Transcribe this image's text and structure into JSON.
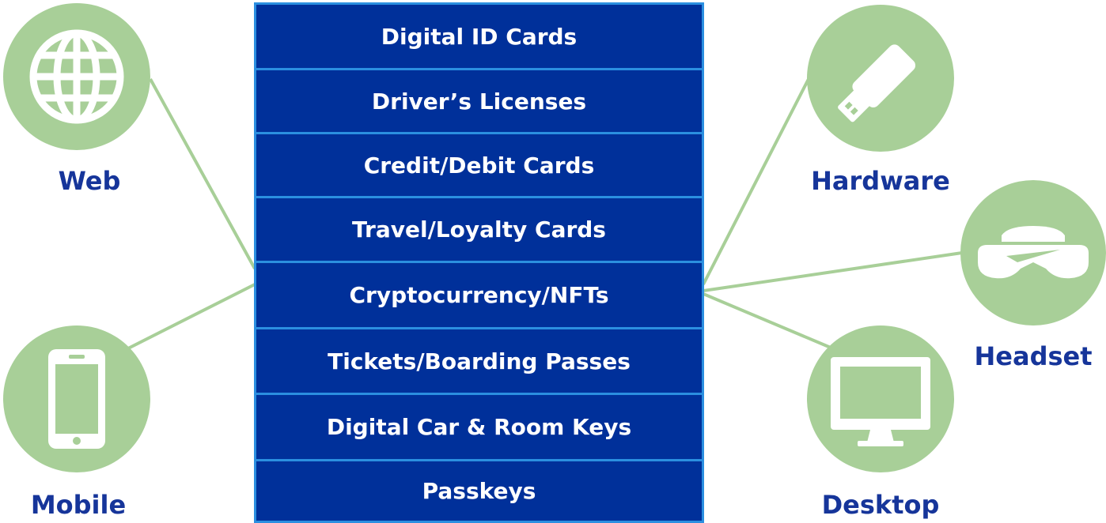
{
  "stack": {
    "rows": [
      "Digital ID Cards",
      "Driver’s Licenses",
      "Credit/Debit Cards",
      "Travel/Loyalty Cards",
      "Cryptocurrency/NFTs",
      "Tickets/Boarding Passes",
      "Digital Car & Room Keys",
      "Passkeys"
    ]
  },
  "left_nodes": {
    "web": {
      "label": "Web",
      "icon": "globe-icon"
    },
    "mobile": {
      "label": "Mobile",
      "icon": "smartphone-icon"
    }
  },
  "right_nodes": {
    "hardware": {
      "label": "Hardware",
      "icon": "usb-key-icon"
    },
    "headset": {
      "label": "Headset",
      "icon": "vr-headset-icon"
    },
    "desktop": {
      "label": "Desktop",
      "icon": "monitor-icon"
    }
  },
  "colors": {
    "row_fill": "#00309a",
    "row_border": "#2b8fe0",
    "node_fill": "#a8cf98",
    "label_text": "#16359a",
    "connector": "#a8cf98"
  }
}
